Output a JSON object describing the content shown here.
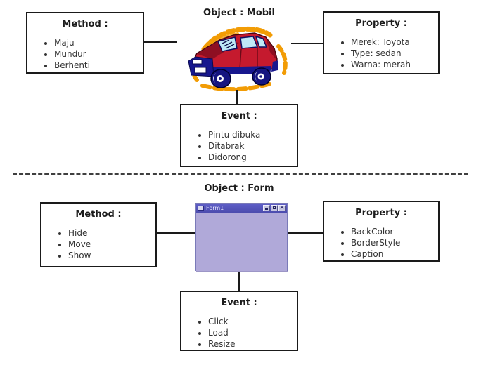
{
  "mobil": {
    "title": "Object : Mobil",
    "method": {
      "title": "Method :",
      "items": [
        "Maju",
        "Mundur",
        "Berhenti"
      ]
    },
    "property": {
      "title": "Property :",
      "items": [
        "Merek: Toyota",
        "Type: sedan",
        "Warna: merah"
      ]
    },
    "event": {
      "title": "Event :",
      "items": [
        "Pintu dibuka",
        "Ditabrak",
        "Didorong"
      ]
    }
  },
  "form": {
    "title": "Object : Form",
    "method": {
      "title": "Method :",
      "items": [
        "Hide",
        "Move",
        "Show"
      ]
    },
    "property": {
      "title": "Property :",
      "items": [
        "BackColor",
        "BorderStyle",
        "Caption"
      ]
    },
    "event": {
      "title": "Event :",
      "items": [
        "Click",
        "Load",
        "Resize"
      ]
    },
    "window": {
      "title": "Form1"
    }
  },
  "icons": {
    "car": "car-clipart-illustration",
    "form_window": "vb-form-window-illustration",
    "minimize": "minimize-icon",
    "maximize": "maximize-icon",
    "close": "close-icon"
  },
  "colors": {
    "box_border": "#1a1a1a",
    "text": "#333333",
    "car_body_red": "#c51a2e",
    "car_hood_maroon": "#8e0f22",
    "car_trim_navy": "#17178e",
    "car_window_blue": "#bfe9f6",
    "car_splash_orange": "#f29c05",
    "form_titlebar": "#5555bb",
    "form_body": "#b0a9d9"
  }
}
